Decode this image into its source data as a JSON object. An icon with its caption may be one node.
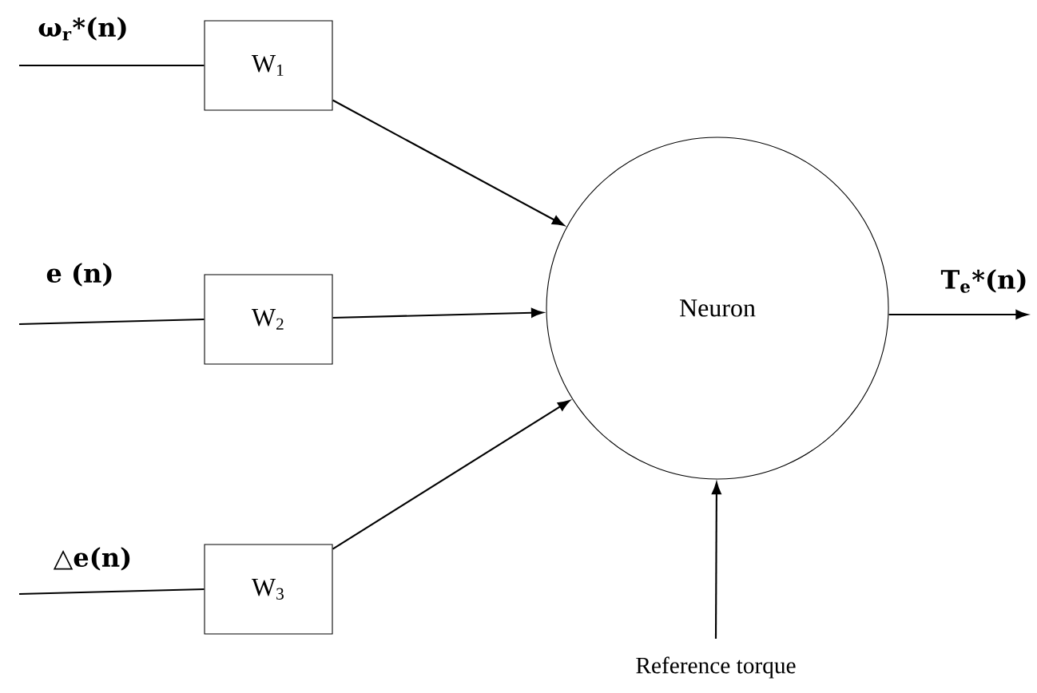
{
  "diagram": {
    "nodes": [
      {
        "text": [
          "W$_{1}$"
        ]
      },
      {
        "text": [
          "W$_{2}$"
        ]
      },
      {
        "text": [
          "W$_{3}$"
        ]
      },
      {
        "text": [
          "Neuron"
        ]
      },
      {
        "text": [
          "Reference torque"
        ]
      }
    ],
    "edges": [
      {
        "from": null,
        "to": 0,
        "arrow": "none",
        "label": "ω$_{r}$*(n)"
      },
      {
        "from": null,
        "to": 1,
        "arrow": "none",
        "label": "e (n)"
      },
      {
        "from": null,
        "to": 2,
        "arrow": "none",
        "label": "△e(n)"
      },
      {
        "from": 0,
        "to": 3,
        "arrow": "to"
      },
      {
        "from": 1,
        "to": 3,
        "arrow": "to"
      },
      {
        "from": 2,
        "to": 3,
        "arrow": "to"
      },
      {
        "from": 4,
        "to": 3,
        "arrow": "to"
      },
      {
        "from": 3,
        "to": null,
        "arrow": "to",
        "label": "T$_{e}$*(n)"
      }
    ]
  }
}
